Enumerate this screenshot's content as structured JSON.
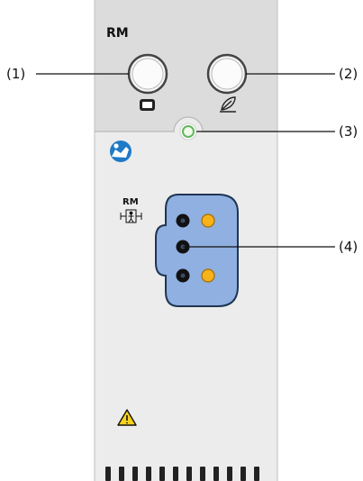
{
  "module": {
    "name": "RM",
    "connector_label": "RM"
  },
  "callouts": {
    "c1": "(1)",
    "c2": "(2)",
    "c3": "(3)",
    "c4": "(4)"
  },
  "colors": {
    "module_top": "#d9d9d9",
    "module_body": "#ececec",
    "connector_blue": "#8fb0e0",
    "pin_orange": "#f5b21a",
    "pin_dark": "#111111",
    "indicator_green": "#5cb85c",
    "manual_icon_blue": "#1f7ac7",
    "warning_yellow": "#f7d21a"
  },
  "icons": [
    "measure-key-icon",
    "setup-key-icon",
    "indicator-light-icon",
    "consult-manual-icon",
    "patient-applied-part-icon",
    "warning-icon"
  ]
}
